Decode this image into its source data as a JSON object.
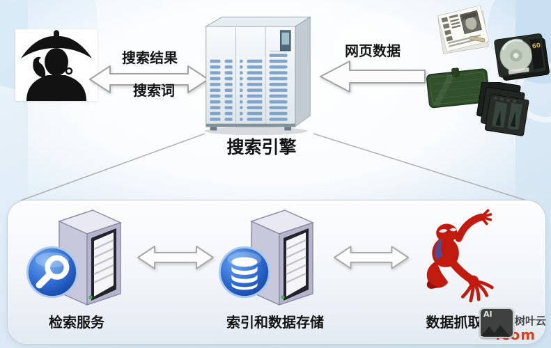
{
  "diagram": {
    "title": "搜索引擎",
    "user_arrow": {
      "top_label": "搜索结果",
      "bottom_label": "搜索词"
    },
    "web_data_label": "网页数据",
    "disc_badge": "60",
    "components": [
      {
        "id": "retrieval-service",
        "label": "检索服务",
        "icon": "magnifier-server-icon"
      },
      {
        "id": "index-storage",
        "label": "索引和数据存储",
        "icon": "database-server-icon"
      },
      {
        "id": "data-crawler",
        "label": "数据抓取",
        "icon": "spiderman-crawler-image"
      }
    ]
  },
  "watermark": {
    "icon_text": "AI",
    "site_name": "树叶云",
    "domain": ".com"
  },
  "colors": {
    "background_top": "#eef5fb",
    "background_bottom": "#cfe2f1",
    "arrow_fill": "#fcfcfc",
    "arrow_stroke": "#a3a3a3",
    "badge_blue": "#2e6ad0",
    "spiderman_red": "#c01b0e",
    "watermark_red": "#e63c11",
    "label_color": "#151515"
  }
}
